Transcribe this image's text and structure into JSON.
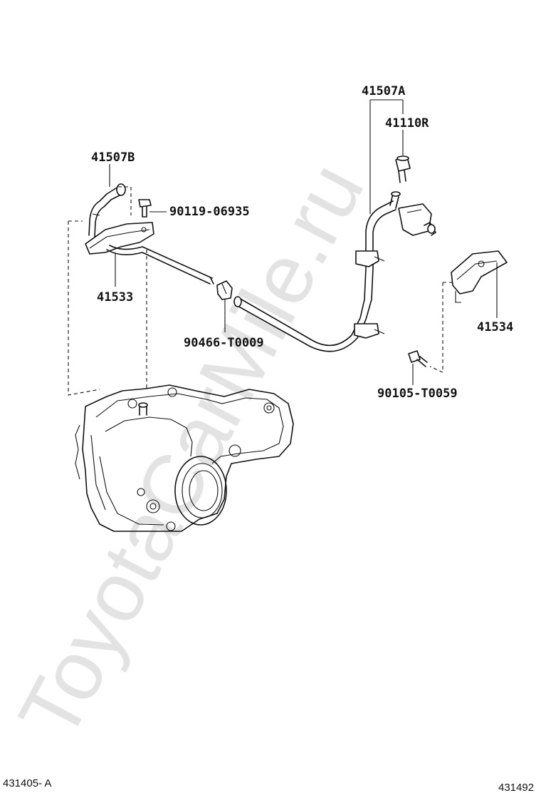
{
  "watermark": "ToyotaCarMile.ru",
  "labels": {
    "hose_a": "41507A",
    "sensor": "41110R",
    "hose_b": "41507B",
    "bolt_1": "90119-06935",
    "tube": "41533",
    "clamp": "90466-T0009",
    "bracket": "41534",
    "bolt_2": "90105-T0059"
  },
  "footer": {
    "left_ref": "431405- A",
    "right_ref": "431492"
  }
}
